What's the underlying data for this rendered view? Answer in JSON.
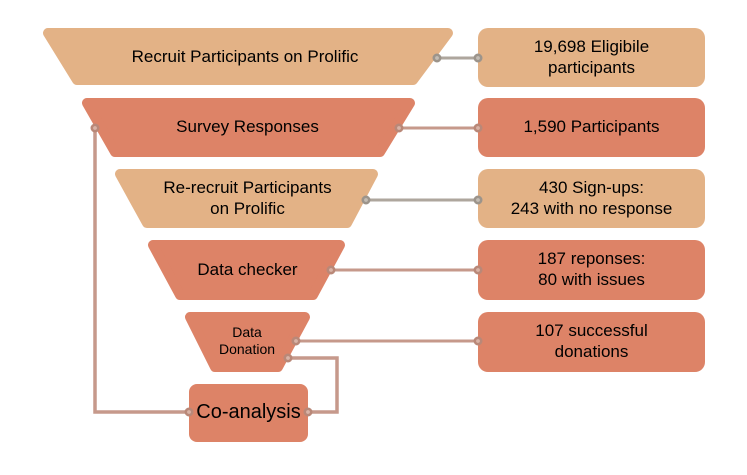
{
  "colors": {
    "tan": "#E3B286",
    "salmon": "#DD8367",
    "connector_gray": "#AEA69D",
    "connector_rose": "#C6998B",
    "dot_gray_ring": "#9C948B",
    "dot_gray_fill": "#C3BCB4",
    "dot_rose_ring": "#B98878",
    "dot_rose_fill": "#D9B3A6",
    "text": "#000000",
    "background": "#FFFFFF"
  },
  "funnel_stages": [
    {
      "label": "Recruit Participants on Prolific"
    },
    {
      "label": "Survey Responses"
    },
    {
      "label": "Re-recruit Participants\non Prolific"
    },
    {
      "label": "Data checker"
    },
    {
      "label": "Data\nDonation"
    },
    {
      "label": "Co-analysis"
    }
  ],
  "side_boxes": [
    {
      "label": "19,698 Eligibile\nparticipants"
    },
    {
      "label": "1,590 Participants"
    },
    {
      "label": "430 Sign-ups:\n243 with no response"
    },
    {
      "label": "187 reponses:\n80 with issues"
    },
    {
      "label": "107 successful\ndonations"
    }
  ]
}
